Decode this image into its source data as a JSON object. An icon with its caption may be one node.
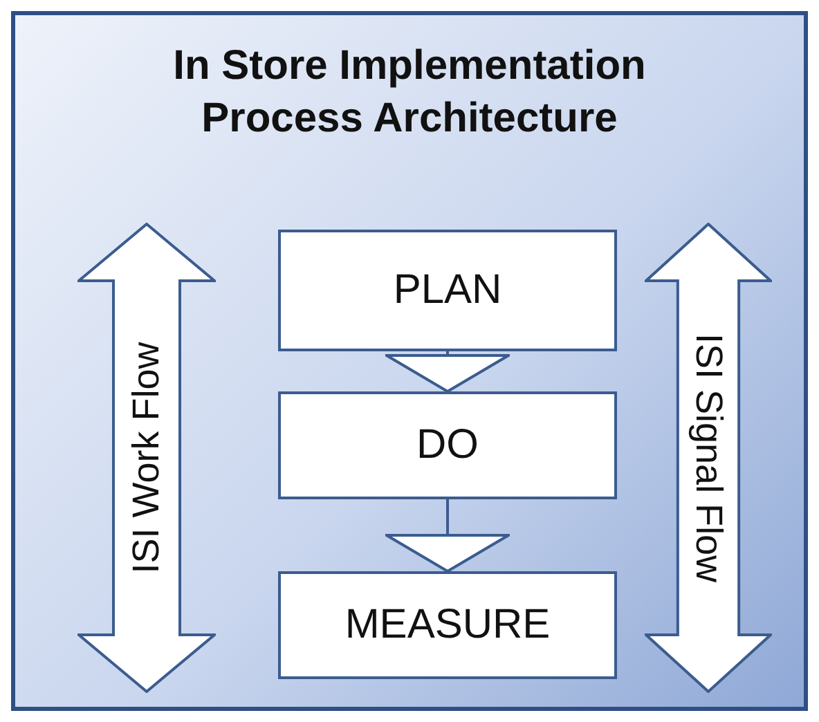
{
  "diagram": {
    "nodes": [
      {
        "text": [
          "In Store Implementation Process Architecture"
        ]
      },
      {
        "text": [
          "PLAN"
        ],
        "in": 0
      },
      {
        "text": [
          "DO"
        ],
        "in": 0
      },
      {
        "text": [
          "MEASURE"
        ],
        "in": 0
      },
      {
        "text": [
          "ISI Work Flow"
        ],
        "in": 0
      },
      {
        "text": [
          "ISI Signal Flow"
        ],
        "in": 0
      }
    ],
    "edges": [
      {
        "from": 1,
        "to": 2,
        "arrow": "to"
      },
      {
        "from": 2,
        "to": 3,
        "arrow": "to"
      }
    ]
  }
}
